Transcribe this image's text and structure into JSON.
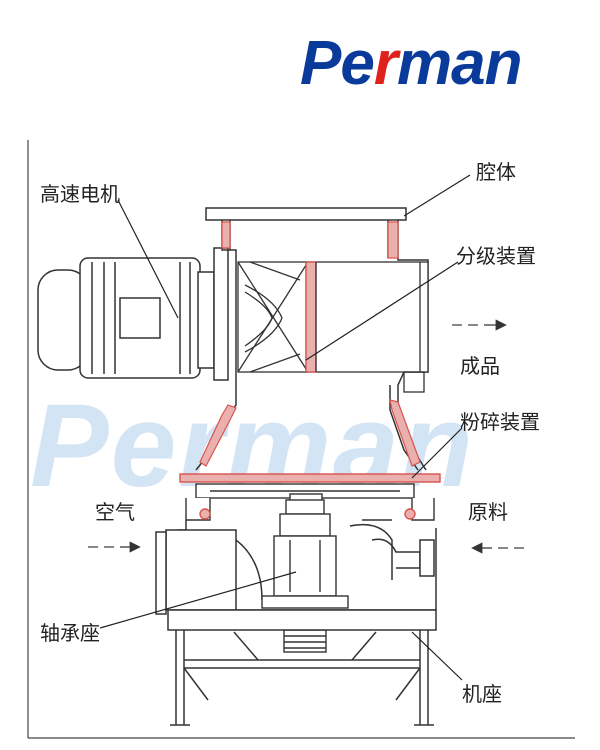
{
  "brand": {
    "name": "Perman",
    "accent": "#0a3a9a",
    "accent_red": "#e0201c",
    "watermark_color": "#9ec4ea"
  },
  "labels": {
    "motor": "高速电机",
    "cavity": "腔体",
    "classifier": "分级装置",
    "product": "成品",
    "crusher": "粉碎装置",
    "air": "空气",
    "raw_material": "原料",
    "bearing_seat": "轴承座",
    "machine_base": "机座"
  },
  "colors": {
    "line": "#333333",
    "seal": "#d9534f",
    "arrow": "#555555"
  }
}
